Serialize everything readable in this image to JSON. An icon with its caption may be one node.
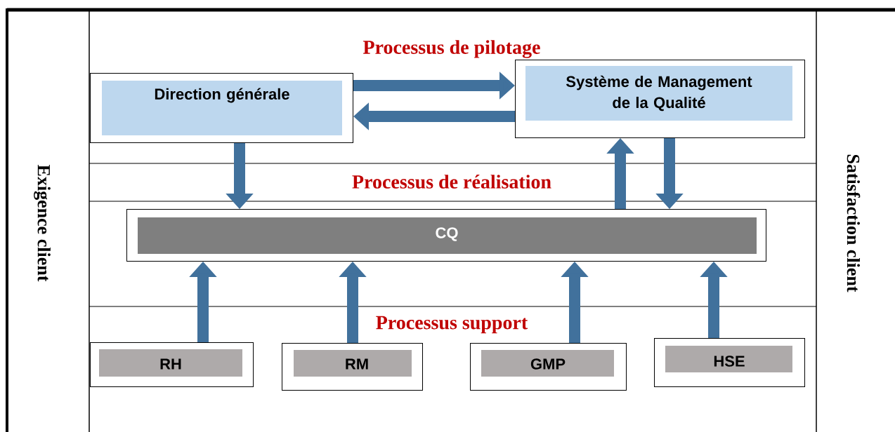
{
  "diagram": {
    "nodes": [
      {
        "text": [
          "Direction générale"
        ]
      },
      {
        "text": [
          "Système de Management de la Qualité"
        ]
      },
      {
        "text": [
          "CQ"
        ]
      },
      {
        "text": [
          "RH"
        ]
      },
      {
        "text": [
          "RM"
        ]
      },
      {
        "text": [
          "GMP"
        ]
      },
      {
        "text": [
          "HSE"
        ]
      }
    ],
    "edges": [
      {
        "from": 0,
        "to": 1,
        "arrow": "to"
      },
      {
        "from": 1,
        "to": 0,
        "arrow": "to"
      },
      {
        "from": 0,
        "to": 2,
        "arrow": "to"
      },
      {
        "from": 2,
        "to": 1,
        "arrow": "to"
      },
      {
        "from": 1,
        "to": 2,
        "arrow": "to"
      },
      {
        "from": 3,
        "to": 2,
        "arrow": "to"
      },
      {
        "from": 4,
        "to": 2,
        "arrow": "to"
      },
      {
        "from": 5,
        "to": 2,
        "arrow": "to"
      },
      {
        "from": 6,
        "to": 2,
        "arrow": "to"
      }
    ],
    "labels": [
      "Processus de pilotage",
      "Exigence client",
      "Processus de réalisation",
      "Satisfaction client",
      "Processus support"
    ]
  }
}
